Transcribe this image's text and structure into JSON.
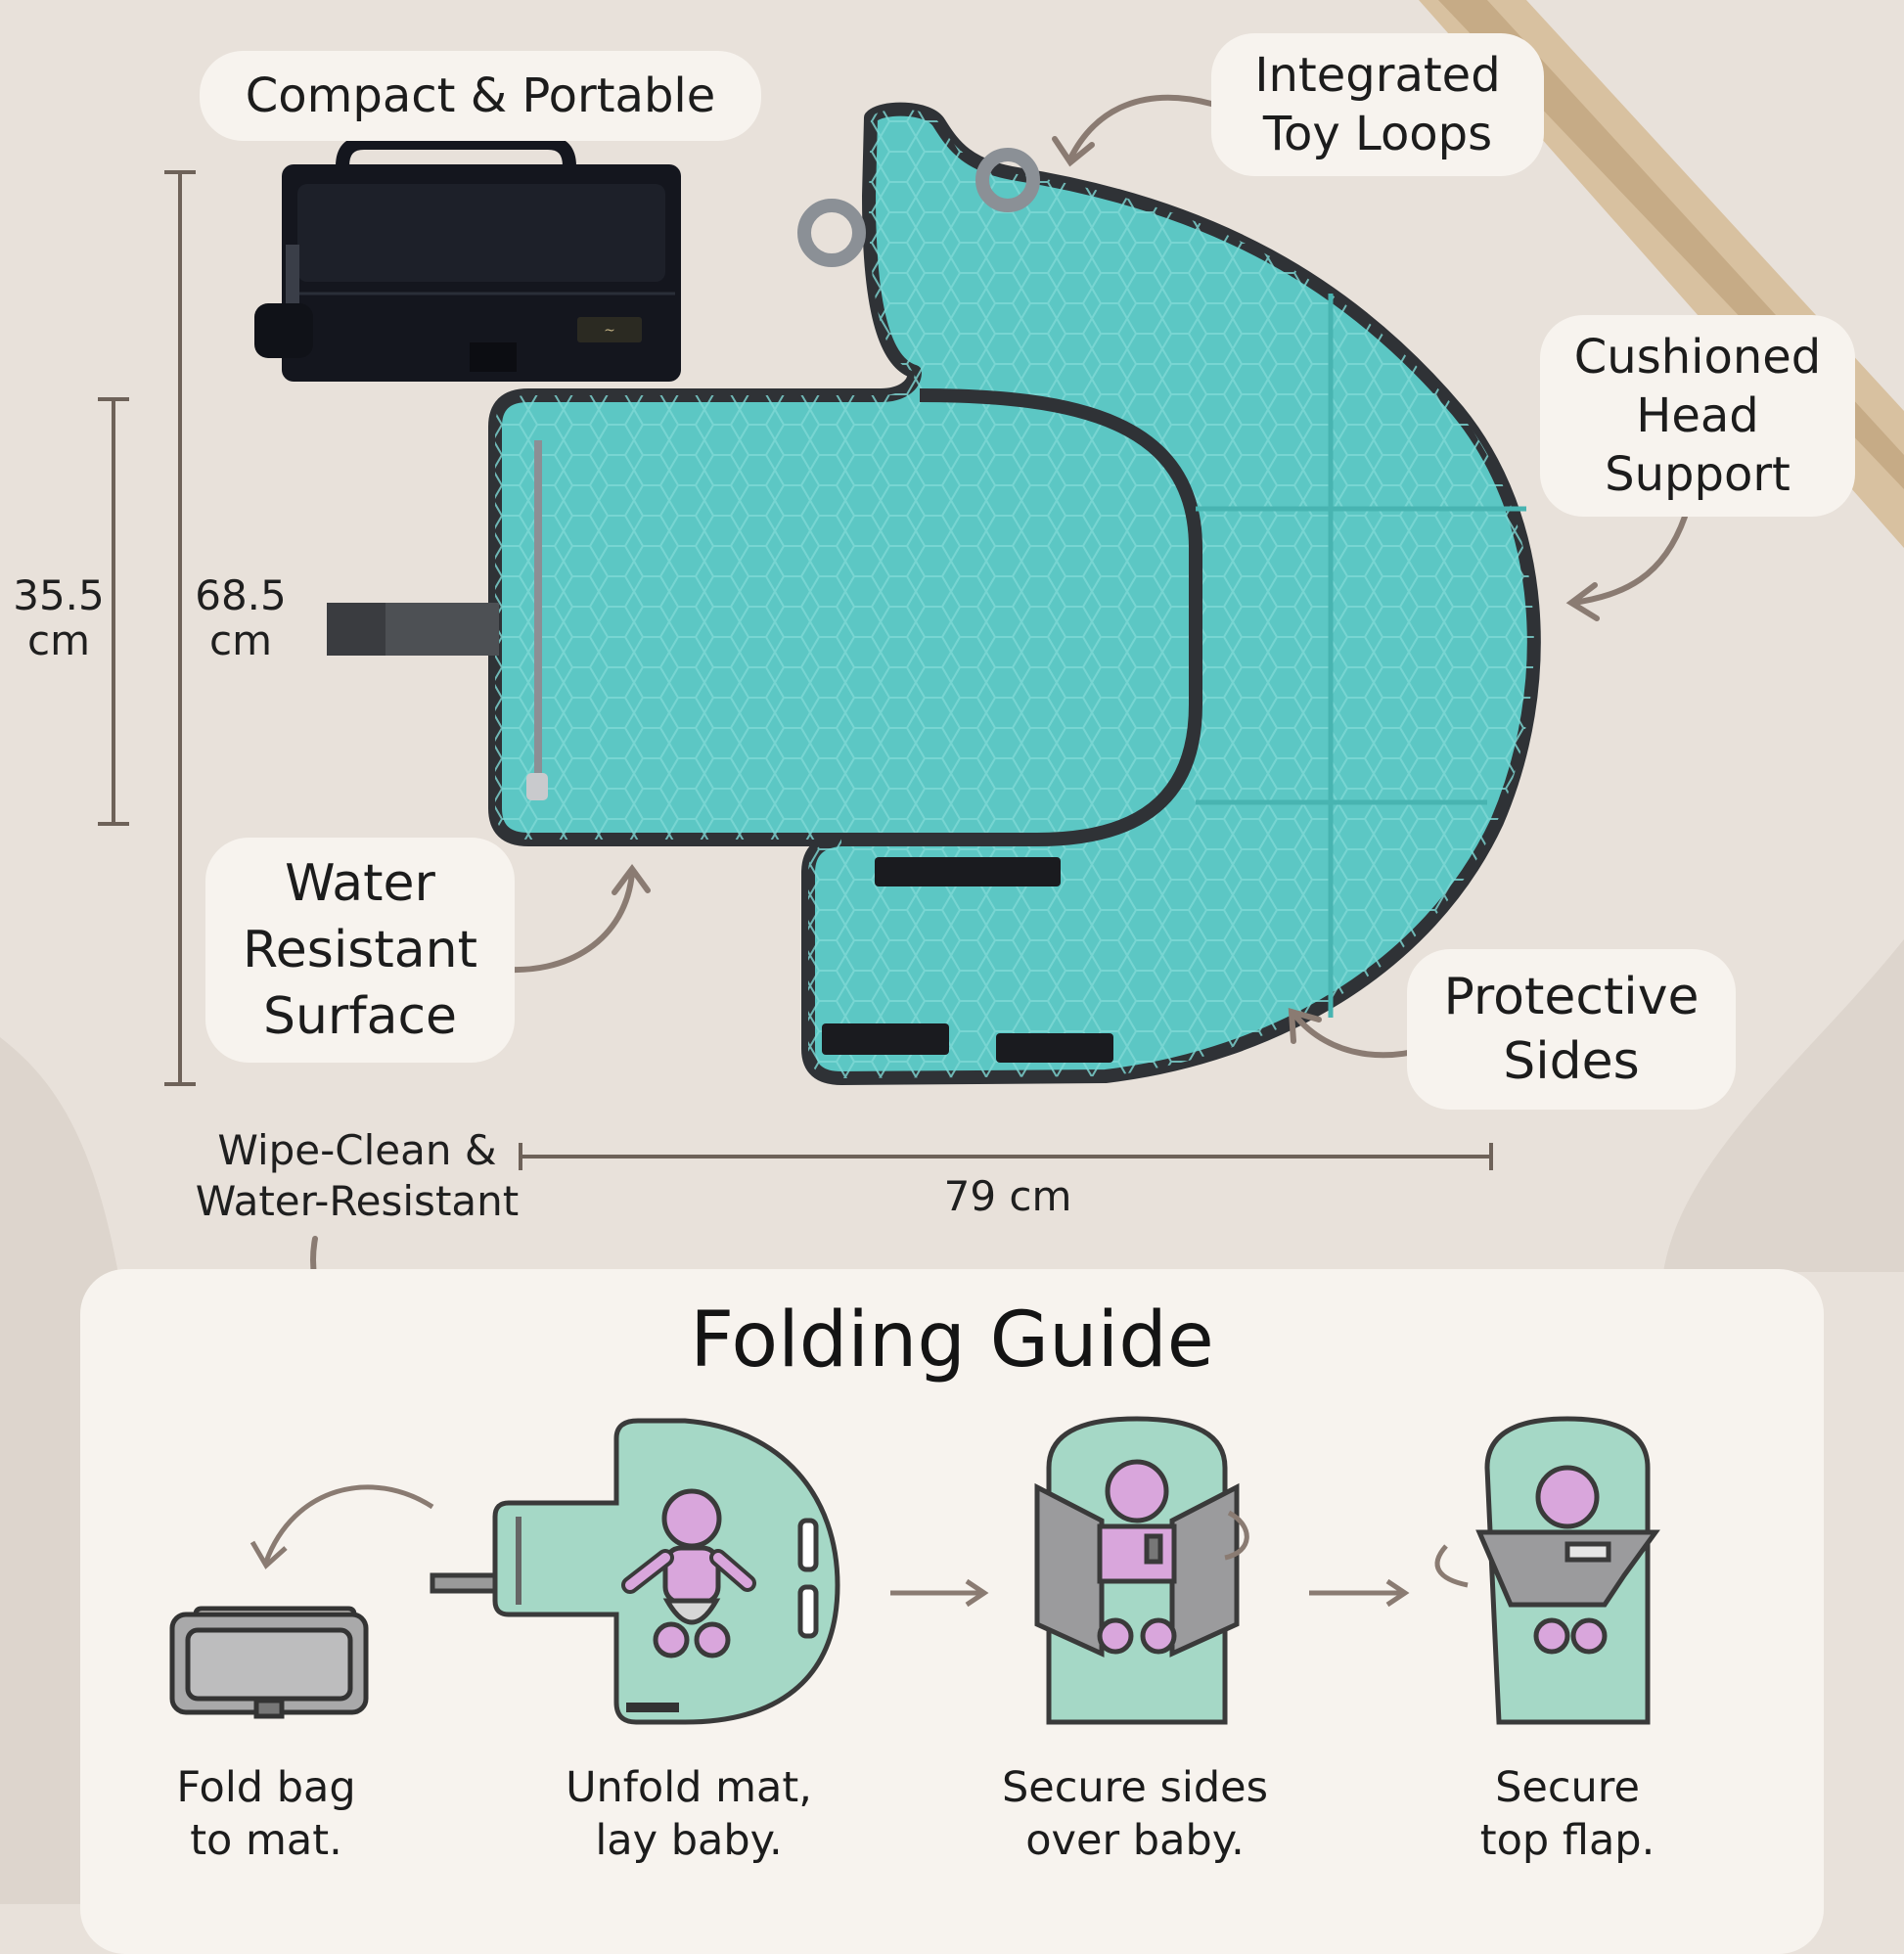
{
  "colors": {
    "background": "#e8e1da",
    "callout_bg": "#f7f3ee",
    "mat_teal": "#5cc7c4",
    "mat_trim": "#2f3236",
    "bag_navy": "#14161e",
    "guide_mint": "#a5d8c6",
    "guide_baby": "#d9a6dc",
    "arrow": "#8a7b72"
  },
  "callouts": {
    "compact": "Compact & Portable",
    "toy_loops": [
      "Integrated",
      "Toy Loops"
    ],
    "head_support": [
      "Cushioned",
      "Head",
      "Support"
    ],
    "water_resistant": [
      "Water",
      "Resistant",
      "Surface"
    ],
    "protective": [
      "Protective",
      "Sides"
    ]
  },
  "dimensions": {
    "bag_height": [
      "35.5",
      "cm"
    ],
    "mat_height": [
      "68.5",
      "cm"
    ],
    "mat_width": "79 cm"
  },
  "wipe_clean": [
    "Wipe-Clean &",
    "Water-Resistant"
  ],
  "guide": {
    "title": "Folding Guide",
    "steps": [
      {
        "line1": "Fold bag",
        "line2": "to mat."
      },
      {
        "line1": "Unfold mat,",
        "line2": "lay baby."
      },
      {
        "line1": "Secure sides",
        "line2": "over baby."
      },
      {
        "line1": "Secure",
        "line2": "top flap."
      }
    ]
  }
}
